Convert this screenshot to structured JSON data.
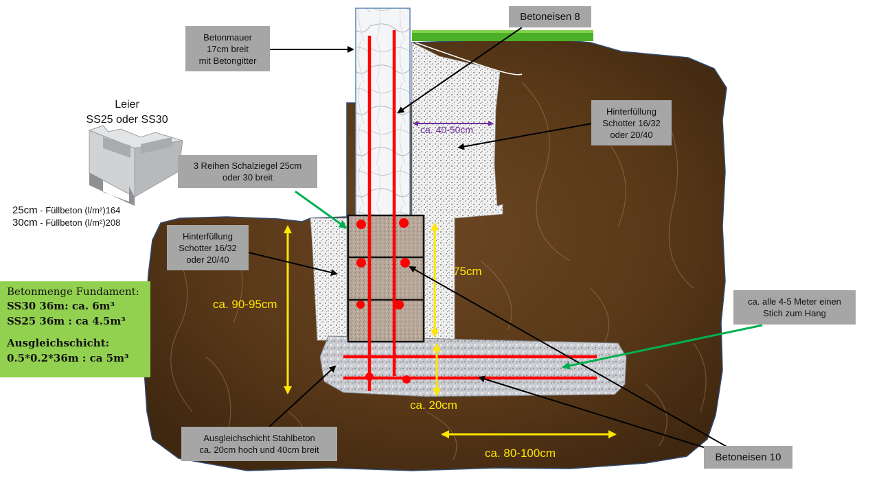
{
  "labels": {
    "betonmauer": "Betonmauer\n17cm  breit\nmit Betongitter",
    "betoneisen8": "Betoneisen 8",
    "betoneisen10": "Betoneisen 10",
    "hinterfuellung_top": "Hinterfüllung\nSchotter 16/32\noder 20/40",
    "hinterfuellung_left": "Hinterfüllung\nSchotter 16/32\noder 20/40",
    "schalziegel": "3 Reihen Schalziegel  25cm\noder 30 breit",
    "stich": "ca. alle 4-5 Meter einen\nStich  zum Hang",
    "ausgleich": "Ausgleichschicht  Stahlbeton\nca. 20cm hoch und 40cm breit"
  },
  "leier": {
    "title_line1": "Leier",
    "title_line2": "SS25 oder SS30",
    "row1_size": "25cm",
    "row1_text": " - Füllbeton (l/m²)164",
    "row2_size": "30cm",
    "row2_text": " - Füllbeton  (l/m²)208"
  },
  "dimensions": {
    "gap": "ca. 40-50cm",
    "height_total": "ca. 90-95cm",
    "wall_blocks": "75cm",
    "base": "ca. 20cm",
    "width": "ca. 80-100cm"
  },
  "info": {
    "title": "Betonmenge Fundament:",
    "ss30": "SS30  36m:  ca. 6m³",
    "ss25": "SS25  36m : ca 4.5m³",
    "aus_title": "Ausgleichschicht:",
    "aus_calc": "0.5*0.2*36m : ca 5m³"
  },
  "colors": {
    "label_bg": "#a6a6a6",
    "soil": "#5a3a1c",
    "rebar": "#ff0000",
    "dimension": "#ffe600",
    "green_arrow": "#00b050",
    "info_bg": "#92d050",
    "gap_arrow": "#7030a0",
    "grass": "#4caf28"
  }
}
